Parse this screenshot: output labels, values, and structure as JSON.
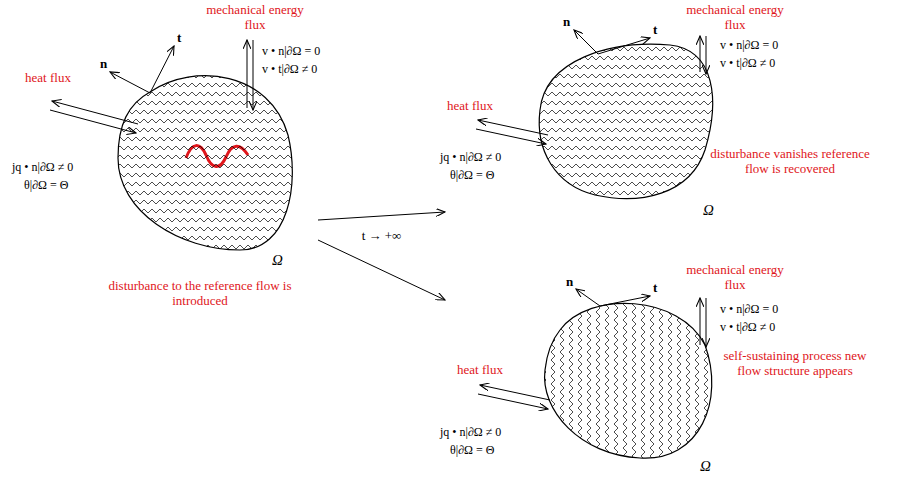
{
  "diagram": {
    "nodes": [
      {
        "text": [
          "Ω",
          "disturbance to the reference flow is introduced"
        ]
      },
      {
        "text": [
          "Ω",
          "disturbance vanishes reference flow is recovered"
        ]
      },
      {
        "text": [
          "Ω",
          "self-sustaining process new flow structure appears"
        ]
      }
    ],
    "edges": [
      {
        "from": 0,
        "to": 1,
        "arrow": "to",
        "label": "t → +∞"
      },
      {
        "from": 0,
        "to": 2,
        "arrow": "to"
      }
    ],
    "labels": [
      "mechanical energy flux",
      "n",
      "t",
      "v • n|∂Ω = 0",
      "v • t|∂Ω ≠ 0",
      "heat flux",
      "jq • n|∂Ω ≠ 0",
      "θ|∂Ω = Θ",
      "mechanical energy flux",
      "n",
      "t",
      "v • n|∂Ω = 0",
      "v • t|∂Ω ≠ 0",
      "heat flux",
      "jq • n|∂Ω ≠ 0",
      "θ|∂Ω = Θ",
      "mechanical energy flux",
      "n",
      "t",
      "v • n|∂Ω = 0",
      "v • t|∂Ω ≠ 0",
      "heat flux",
      "jq • n|∂Ω ≠ 0",
      "θ|∂Ω = Θ"
    ]
  }
}
